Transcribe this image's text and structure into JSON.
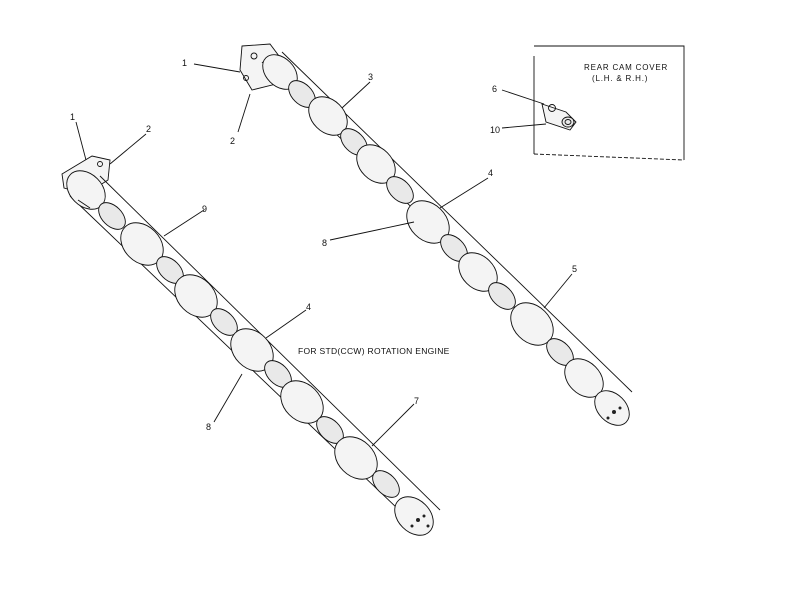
{
  "caption": "FOR STD(CCW) ROTATION ENGINE",
  "inset": {
    "title_line1": "REAR CAM COVER",
    "title_line2": "(L.H. & R.H.)"
  },
  "callouts": {
    "left_1": "1",
    "left_2": "2",
    "left_9": "9",
    "left_4": "4",
    "left_8": "8",
    "left_7": "7",
    "right_1": "1",
    "right_2": "2",
    "right_3": "3",
    "right_4": "4",
    "right_8": "8",
    "right_5": "5",
    "inset_6": "6",
    "inset_10": "10"
  }
}
